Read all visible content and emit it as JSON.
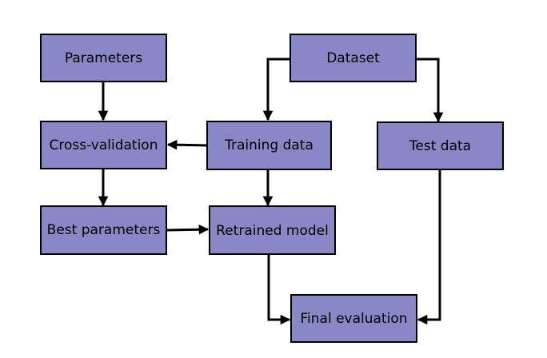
{
  "diagram": {
    "colors": {
      "node_fill": "#8888c6",
      "node_border": "#000000",
      "edge": "#000000"
    },
    "nodes": [
      {
        "id": "parameters",
        "label": "Parameters"
      },
      {
        "id": "dataset",
        "label": "Dataset"
      },
      {
        "id": "cross_validation",
        "label": "Cross-validation"
      },
      {
        "id": "training_data",
        "label": "Training data"
      },
      {
        "id": "test_data",
        "label": "Test data"
      },
      {
        "id": "best_parameters",
        "label": "Best parameters"
      },
      {
        "id": "retrained_model",
        "label": "Retrained model"
      },
      {
        "id": "final_evaluation",
        "label": "Final evaluation"
      }
    ],
    "edges": [
      {
        "from": "parameters",
        "to": "cross_validation"
      },
      {
        "from": "dataset",
        "to": "training_data"
      },
      {
        "from": "dataset",
        "to": "test_data"
      },
      {
        "from": "training_data",
        "to": "cross_validation"
      },
      {
        "from": "cross_validation",
        "to": "best_parameters"
      },
      {
        "from": "training_data",
        "to": "retrained_model"
      },
      {
        "from": "best_parameters",
        "to": "retrained_model"
      },
      {
        "from": "retrained_model",
        "to": "final_evaluation"
      },
      {
        "from": "test_data",
        "to": "final_evaluation"
      }
    ]
  }
}
